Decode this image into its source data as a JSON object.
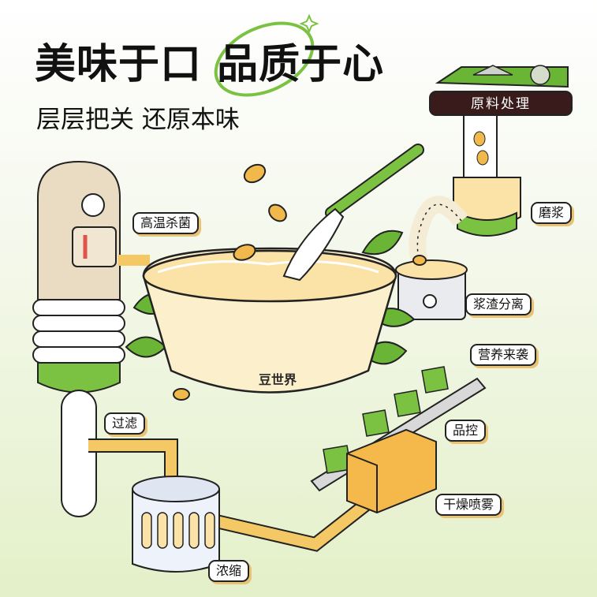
{
  "header": {
    "title_part1": "美味于口",
    "title_part2": "品质于心",
    "subtitle": "层层把关 还原本味"
  },
  "brand": {
    "logo_text": "豆世界"
  },
  "steps": {
    "raw_processing": "原料处理",
    "grinding": "磨浆",
    "separation": "浆渣分离",
    "nutrition": "营养来袭",
    "quality_control": "品控",
    "spray_drying": "干燥喷雾",
    "concentration": "浓缩",
    "filtering": "过滤",
    "sterilization": "高温杀菌"
  },
  "colors": {
    "accent_green": "#7cc242",
    "pipe_yellow": "#f3c865",
    "dark_brown": "#3a1b1b",
    "cream": "#fbefcc"
  }
}
